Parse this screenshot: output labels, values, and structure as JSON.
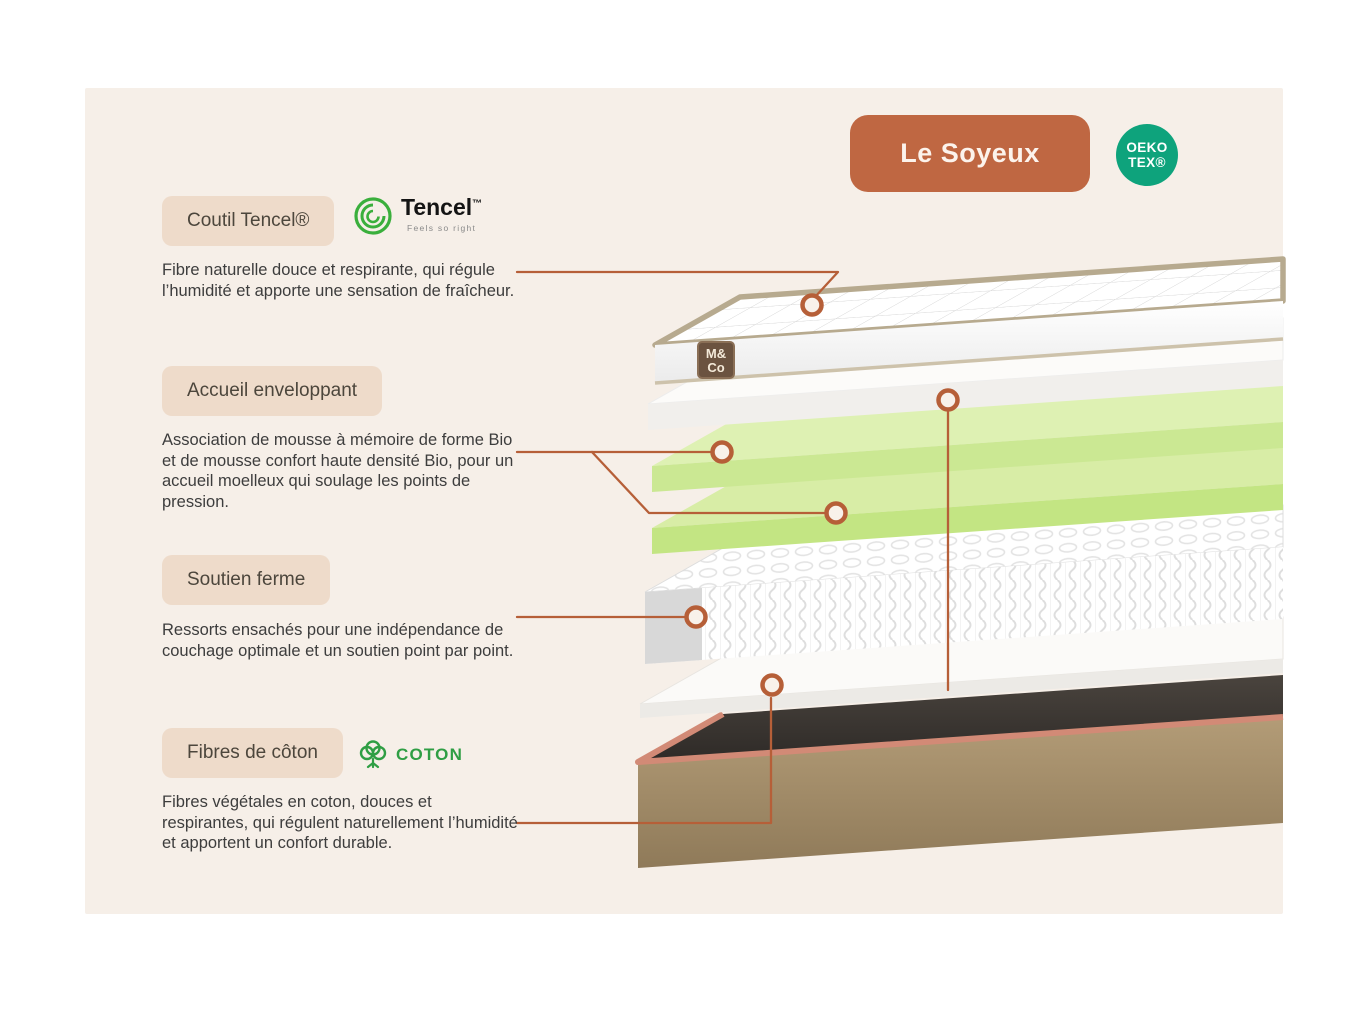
{
  "page": {
    "background": "#ffffff",
    "panel_background": "#f6efe8"
  },
  "header": {
    "title": "Le Soyeux",
    "title_bg": "#bf6742",
    "oeko_badge": {
      "line1": "OEKO",
      "line2": "TEX®",
      "bg": "#0ea37c"
    }
  },
  "sections": [
    {
      "pill": "Coutil Tencel®",
      "brand": {
        "name": "Tencel",
        "tm": "™",
        "tagline": "Feels so right",
        "icon": "tencel-swirl-icon"
      },
      "description": "Fibre naturelle douce et respirante, qui régule l’humidité et apporte une sensation de fraîcheur."
    },
    {
      "pill": "Accueil enveloppant",
      "description": "Association de mousse à mémoire de forme Bio et de mousse confort haute densité Bio, pour un accueil moelleux qui soulage les points de pression."
    },
    {
      "pill": "Soutien ferme",
      "description": "Ressorts ensachés pour une indépendance de couchage optimale et un soutien point par point."
    },
    {
      "pill": "Fibres de côton",
      "badge": "COTON",
      "badge_icon": "cotton-flower-icon",
      "description": "Fibres végétales en coton, douces et respirantes, qui régulent naturellement l’humidité et apportent un confort durable."
    }
  ],
  "mattress": {
    "tag_line1": "M&",
    "tag_line2": "Co",
    "layers": [
      "coutil-tencel-quilted-top",
      "comfort-foam",
      "memory-foam-bio",
      "high-density-foam-bio",
      "pocketed-springs",
      "cotton-fiber-layer",
      "base"
    ]
  },
  "colors": {
    "accent": "#b65f38",
    "beige_pill": "#eedbca",
    "green_foam_light": "#def1b3",
    "green_foam_dark": "#c3e583",
    "tencel_green": "#3aaf3c",
    "coton_green": "#2f9e44",
    "base_brown": "#a08a66",
    "piping_pink": "#d28a76"
  }
}
